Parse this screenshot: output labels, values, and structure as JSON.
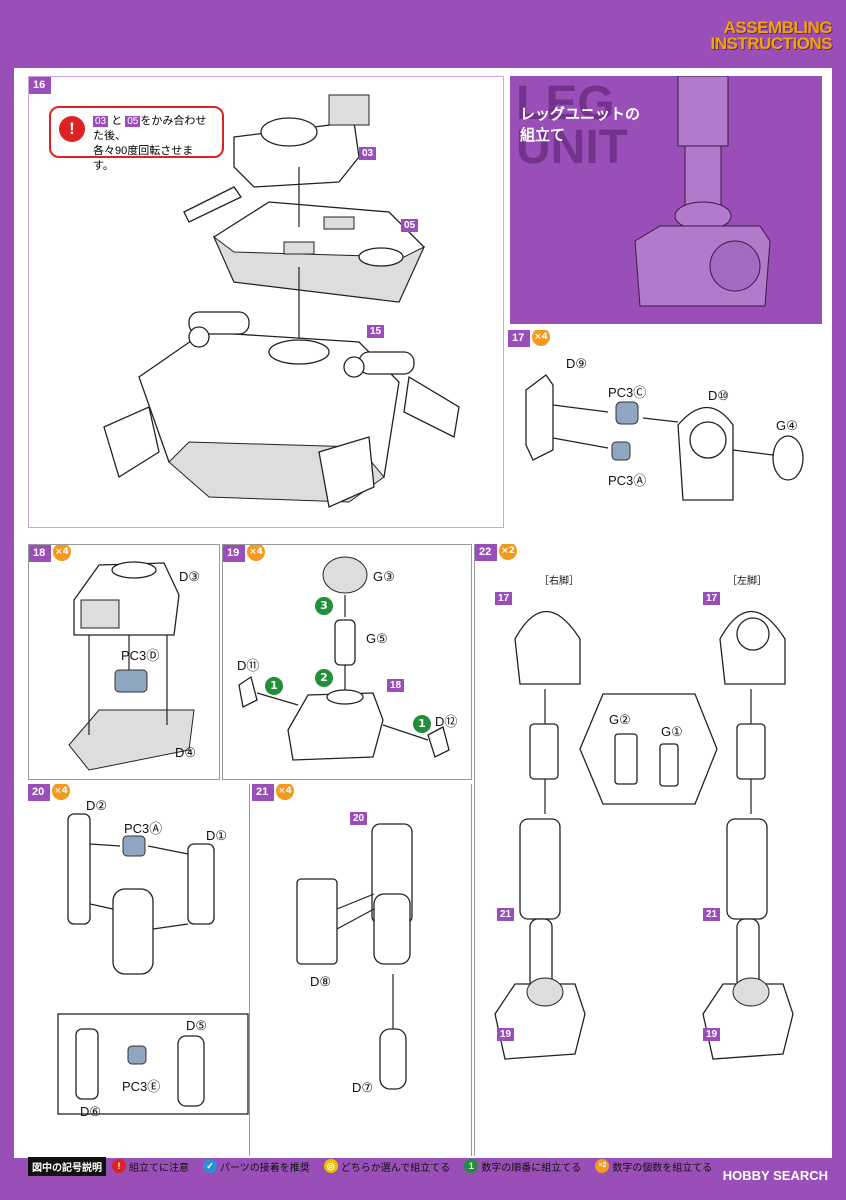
{
  "header": {
    "line1": "ASSEMBLING",
    "line2": "INSTRUCTIONS"
  },
  "leg_unit": {
    "title_line1": "レッグユニットの",
    "title_line2": "組立て",
    "bg_text_line1": "LEG",
    "bg_text_line2": "UNIT"
  },
  "step16": {
    "number": "16",
    "note_a": "03",
    "note_mid": "と",
    "note_b": "05",
    "note_text1": "をかみ合わせた後、",
    "note_text2": "各々90度回転させます。",
    "tags": [
      "03",
      "05",
      "15"
    ]
  },
  "step17": {
    "number": "17",
    "multiplier": "×4",
    "parts": [
      "D⑨",
      "PC3Ⓒ",
      "D⑩",
      "G④",
      "PC3Ⓐ"
    ]
  },
  "step18": {
    "number": "18",
    "multiplier": "×4",
    "parts": [
      "D③",
      "PC3Ⓓ",
      "D④"
    ]
  },
  "step19": {
    "number": "19",
    "multiplier": "×4",
    "parts": [
      "G③",
      "G⑤",
      "D⑪",
      "D⑫"
    ],
    "tag": "18",
    "order": [
      "3",
      "2",
      "1",
      "1"
    ]
  },
  "step20": {
    "number": "20",
    "multiplier": "×4",
    "parts": [
      "D②",
      "PC3Ⓐ",
      "D①",
      "D⑤",
      "PC3Ⓔ",
      "D⑥"
    ]
  },
  "step21": {
    "number": "21",
    "multiplier": "×4",
    "tag": "20",
    "parts": [
      "D⑧",
      "D⑦"
    ]
  },
  "step22": {
    "number": "22",
    "multiplier": "×2",
    "right_leg": "［右脚］",
    "left_leg": "［左脚］",
    "tags": [
      "17",
      "17",
      "21",
      "21",
      "19",
      "19"
    ],
    "parts": [
      "G②",
      "G①"
    ]
  },
  "legend": {
    "title": "図中の記号説明",
    "items": [
      {
        "icon": "!",
        "text": "組立てに注意"
      },
      {
        "icon": "✓",
        "text": "パーツの接着を推奨"
      },
      {
        "icon": "◎",
        "text": "どちらか選んで組立てる"
      },
      {
        "icon": "1",
        "text": "数字の順番に組立てる"
      },
      {
        "icon": "×2",
        "text": "数字の個数を組立てる"
      }
    ]
  },
  "watermark": "HOBBY SEARCH",
  "colors": {
    "brand": "#9a4fb8",
    "accent": "#f39a1e",
    "step": "#1f8f3a",
    "warning": "#d22222",
    "pc": "#8fa6c2"
  }
}
